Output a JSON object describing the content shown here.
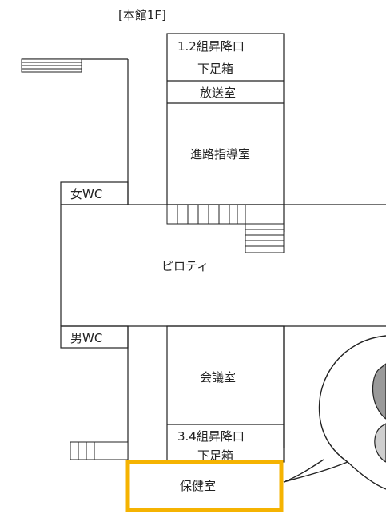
{
  "title": "[本館1F]",
  "rooms": {
    "entrance_12": [
      "1.2組昇降口",
      "下足箱"
    ],
    "broadcast": "放送室",
    "career": "進路指導室",
    "women_wc": "女WC",
    "piloti": "ピロティ",
    "men_wc": "男WC",
    "meeting": "会議室",
    "entrance_34": [
      "3.4組昇降口",
      "下足箱"
    ],
    "health": "保健室"
  },
  "colors": {
    "line": "#222222",
    "highlight": "#F5B301",
    "bubble": "#222222",
    "character": "#9a9a9a"
  },
  "icons": [
    "staircase-icon",
    "speech-bubble",
    "mascot-character"
  ]
}
